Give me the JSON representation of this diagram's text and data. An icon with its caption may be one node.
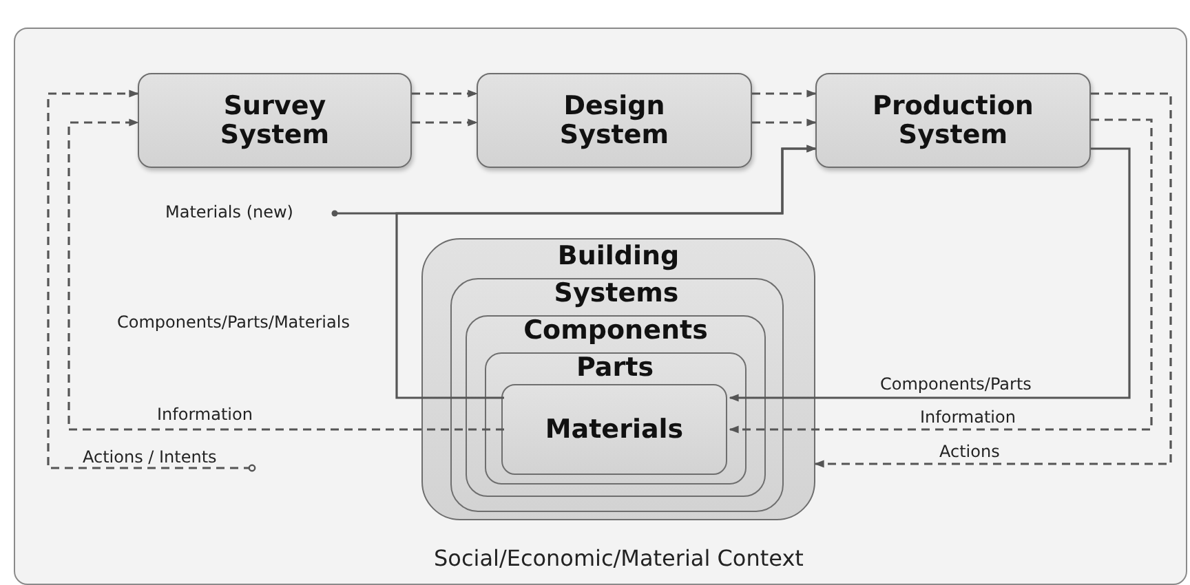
{
  "diagram": {
    "nodes": [
      {
        "text": [
          "Survey System"
        ]
      },
      {
        "text": [
          "Design System"
        ]
      },
      {
        "text": [
          "Production System"
        ]
      },
      {
        "text": [
          "Materials (new)"
        ]
      },
      {
        "text": [
          "Building"
        ],
        "beside": [
          "Social/Economic/Material Context"
        ]
      },
      {
        "text": [
          "Systems"
        ],
        "in": 4
      },
      {
        "text": [
          "Components"
        ],
        "in": 5
      },
      {
        "text": [
          "Parts"
        ],
        "in": 6
      },
      {
        "text": [
          "Materials"
        ],
        "in": 7
      }
    ],
    "edges": [
      {
        "from": 0,
        "to": 1,
        "arrow": "to",
        "style": "dashed"
      },
      {
        "from": 0,
        "to": 1,
        "arrow": "to",
        "style": "dashed"
      },
      {
        "from": 1,
        "to": 2,
        "arrow": "to",
        "style": "dashed"
      },
      {
        "from": 1,
        "to": 2,
        "arrow": "to",
        "style": "dashed"
      },
      {
        "from": 3,
        "to": 2,
        "arrow": "to"
      },
      {
        "from": 8,
        "to": 2,
        "arrow": "to",
        "label": "Components/Parts/Materials"
      },
      {
        "from": 2,
        "to": 8,
        "arrow": "to",
        "label": "Components/Parts"
      },
      {
        "from": 2,
        "to": 8,
        "arrow": "to",
        "style": "dashed",
        "label": "Information"
      },
      {
        "from": 8,
        "to": 0,
        "arrow": "to",
        "style": "dashed",
        "label": "Information"
      },
      {
        "from": null,
        "to": 0,
        "arrow": "to",
        "style": "dashed",
        "label": "Actions / Intents"
      },
      {
        "from": 2,
        "to": 4,
        "arrow": "to",
        "style": "dashed",
        "label": "Actions"
      }
    ]
  }
}
